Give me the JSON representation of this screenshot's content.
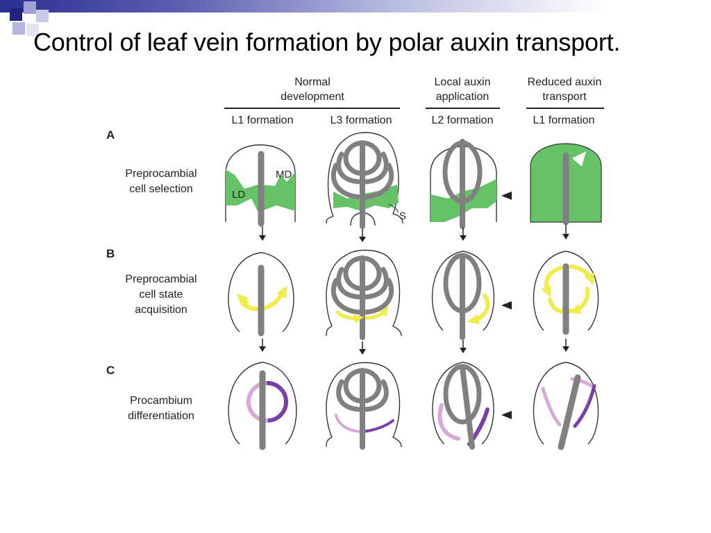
{
  "slide": {
    "title": "Control of leaf vein formation by polar auxin transport."
  },
  "columns": {
    "group_normal": "Normal\ndevelopment",
    "group_local": "Local auxin\napplication",
    "group_reduced": "Reduced auxin\ntransport",
    "sub": [
      "L1 formation",
      "L3 formation",
      "L2 formation",
      "L1 formation"
    ]
  },
  "rows": [
    {
      "letter": "A",
      "label": "Preprocambial\ncell selection"
    },
    {
      "letter": "B",
      "label": "Preprocambial\ncell state\nacquisition"
    },
    {
      "letter": "C",
      "label": "Procambium\ndifferentiation"
    }
  ],
  "annotations": {
    "ld": "LD",
    "md": "MD",
    "s": "S"
  },
  "colors": {
    "vein": "#808080",
    "selection_green": "#66c266",
    "auxin_yellow": "#f0ec4c",
    "procambium_light": "#d8a8d8",
    "procambium_dark": "#7a3fa6",
    "outline": "#333333",
    "title_bar": "#2b2f8f"
  }
}
